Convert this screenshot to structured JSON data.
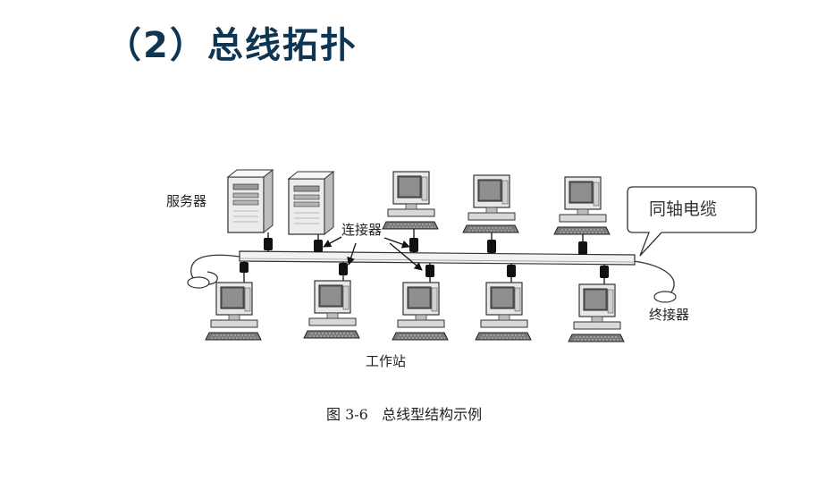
{
  "slide": {
    "title": "（2）总线拓扑"
  },
  "diagram": {
    "labels": {
      "server": "服务器",
      "connector": "连接器",
      "coax": "同轴电缆",
      "terminator": "终接器",
      "workstation": "工作站"
    },
    "caption": "图 3-6   总线型结构示例"
  }
}
